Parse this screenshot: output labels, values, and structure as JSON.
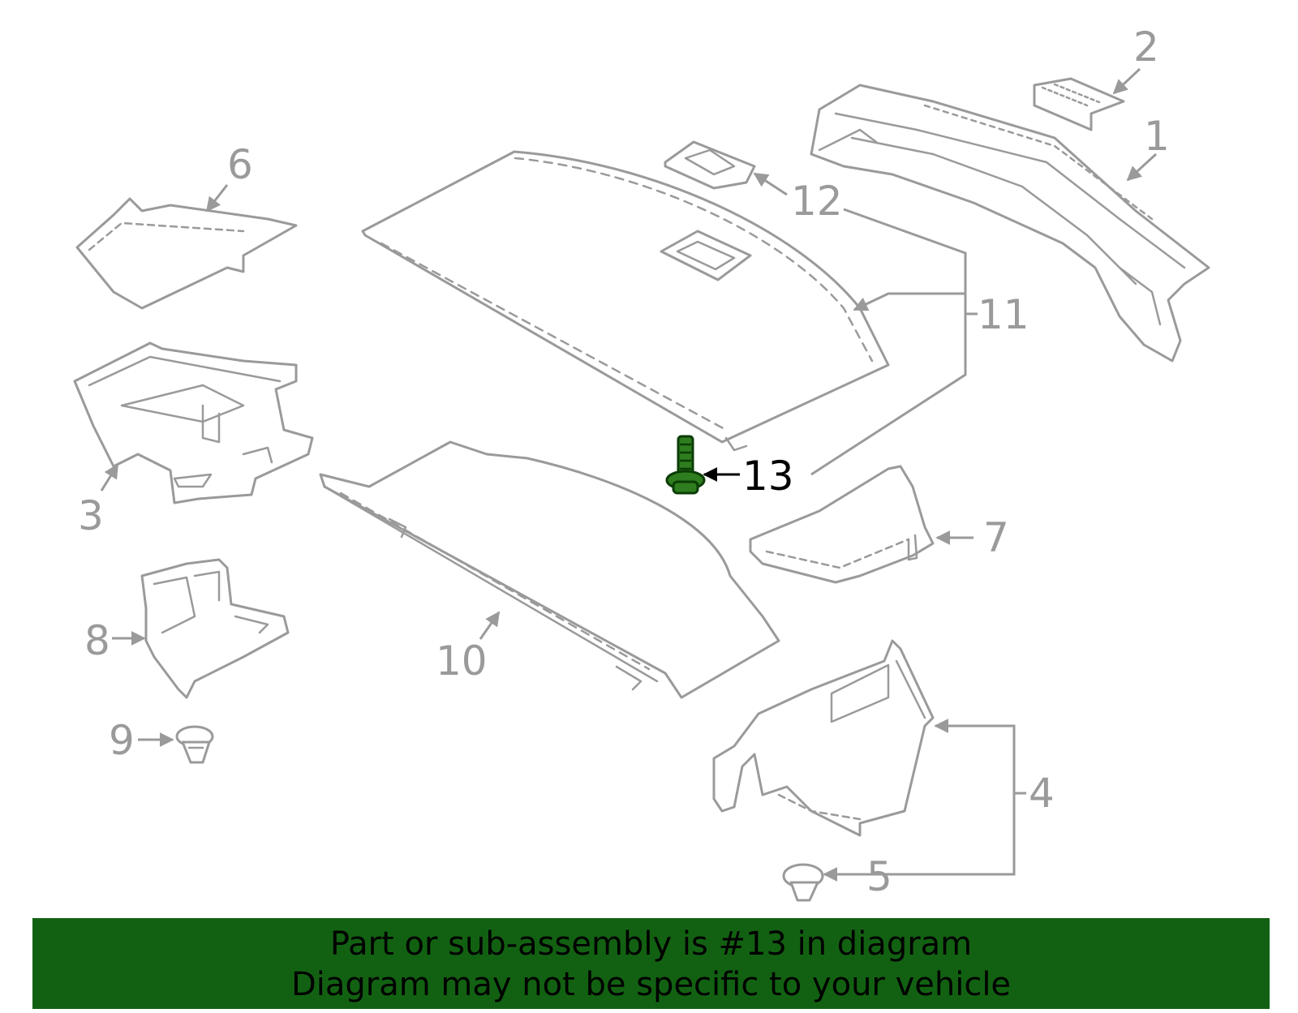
{
  "highlight_part": "13",
  "colors": {
    "line_gray": "#9a9a9a",
    "highlight_green": "#2e7d1e",
    "banner_green": "#126112",
    "text_black": "#000000"
  },
  "callouts": {
    "c1": "1",
    "c2": "2",
    "c3": "3",
    "c4": "4",
    "c5": "5",
    "c6": "6",
    "c7": "7",
    "c8": "8",
    "c9": "9",
    "c10": "10",
    "c11": "11",
    "c12": "12",
    "c13": "13"
  },
  "banner": {
    "line1": "Part or sub-assembly is #13 in diagram",
    "line2": "Diagram may not be specific to your vehicle"
  }
}
